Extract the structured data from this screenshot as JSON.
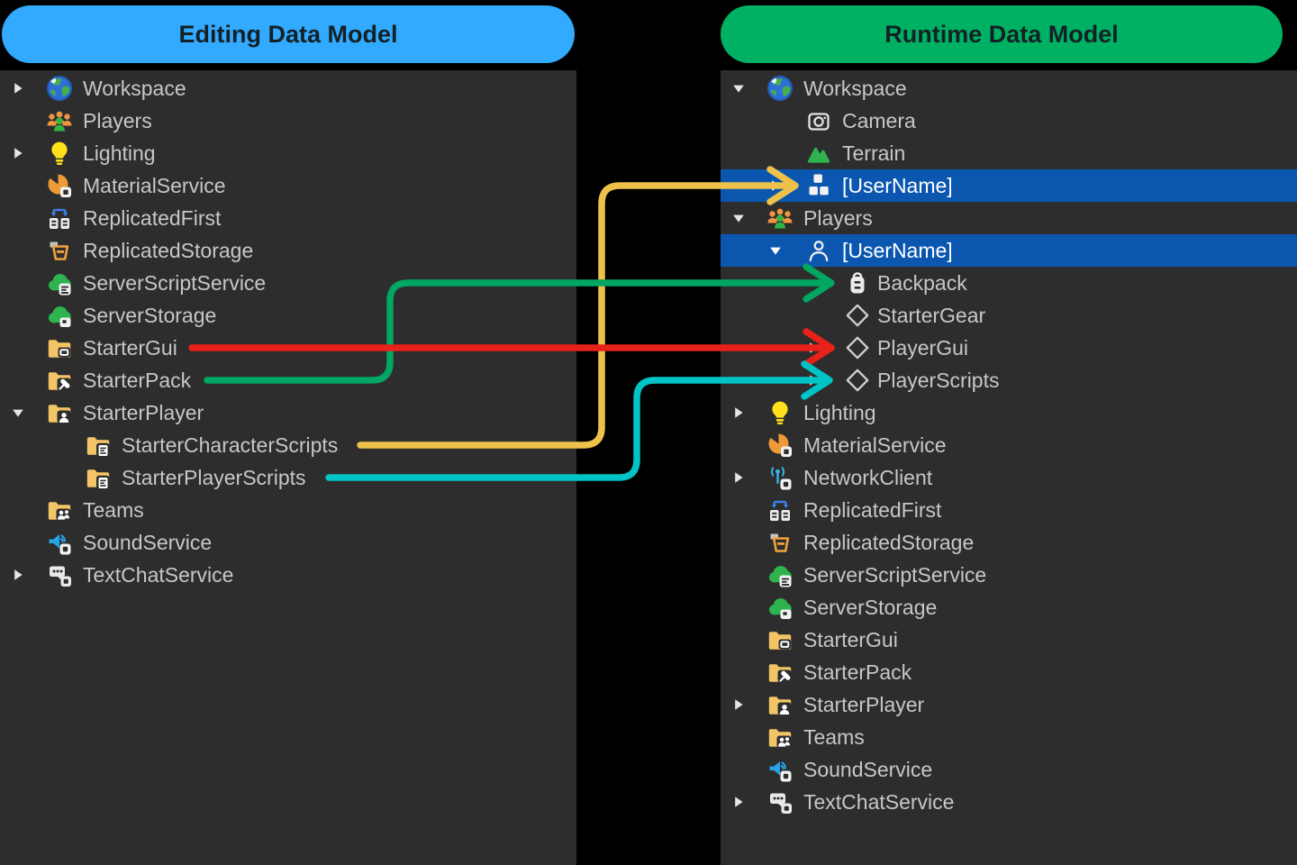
{
  "colors": {
    "background": "#000000",
    "panel_background": "#2d2d2d",
    "selection_blue": "#0b57b0",
    "label_gray": "#c7c7c7",
    "selected_label": "#ffffff",
    "editing_accent_blue": "#31aaff",
    "runtime_accent_green": "#00b163",
    "header_text": "#132126",
    "folder_yellow": "#f3c566"
  },
  "panels": {
    "left": {
      "title": "Editing Data Model",
      "rows": [
        {
          "label": "Workspace",
          "icon": "globe-icon",
          "level": 0,
          "expand": "collapsed",
          "selected": false
        },
        {
          "label": "Players",
          "icon": "players-icon",
          "level": 0,
          "expand": null,
          "selected": false
        },
        {
          "label": "Lighting",
          "icon": "lightbulb-icon",
          "level": 0,
          "expand": "collapsed",
          "selected": false
        },
        {
          "label": "MaterialService",
          "icon": "material-icon",
          "level": 0,
          "expand": null,
          "selected": false
        },
        {
          "label": "ReplicatedFirst",
          "icon": "replicated-first-icon",
          "level": 0,
          "expand": null,
          "selected": false
        },
        {
          "label": "ReplicatedStorage",
          "icon": "replicated-storage-icon",
          "level": 0,
          "expand": null,
          "selected": false
        },
        {
          "label": "ServerScriptService",
          "icon": "server-script-icon",
          "level": 0,
          "expand": null,
          "selected": false
        },
        {
          "label": "ServerStorage",
          "icon": "server-storage-icon",
          "level": 0,
          "expand": null,
          "selected": false
        },
        {
          "label": "StarterGui",
          "icon": "folder-gui-icon",
          "level": 0,
          "expand": null,
          "selected": false
        },
        {
          "label": "StarterPack",
          "icon": "folder-pack-icon",
          "level": 0,
          "expand": null,
          "selected": false
        },
        {
          "label": "StarterPlayer",
          "icon": "folder-player-icon",
          "level": 0,
          "expand": "expanded",
          "selected": false
        },
        {
          "label": "StarterCharacterScripts",
          "icon": "folder-script-icon",
          "level": 1,
          "expand": null,
          "selected": false
        },
        {
          "label": "StarterPlayerScripts",
          "icon": "folder-script-icon",
          "level": 1,
          "expand": null,
          "selected": false
        },
        {
          "label": "Teams",
          "icon": "folder-teams-icon",
          "level": 0,
          "expand": null,
          "selected": false
        },
        {
          "label": "SoundService",
          "icon": "sound-icon",
          "level": 0,
          "expand": null,
          "selected": false
        },
        {
          "label": "TextChatService",
          "icon": "chat-icon",
          "level": 0,
          "expand": "collapsed",
          "selected": false
        }
      ]
    },
    "right": {
      "title": "Runtime Data Model",
      "rows": [
        {
          "label": "Workspace",
          "icon": "globe-icon",
          "level": 0,
          "expand": "expanded",
          "selected": false
        },
        {
          "label": "Camera",
          "icon": "camera-icon",
          "level": 1,
          "expand": null,
          "selected": false
        },
        {
          "label": "Terrain",
          "icon": "terrain-icon",
          "level": 1,
          "expand": null,
          "selected": false
        },
        {
          "label": "[UserName]",
          "icon": "model-icon",
          "level": 1,
          "expand": "collapsed",
          "selected": true
        },
        {
          "label": "Players",
          "icon": "players-icon",
          "level": 0,
          "expand": "expanded",
          "selected": false
        },
        {
          "label": "[UserName]",
          "icon": "person-icon",
          "level": 1,
          "expand": "expanded",
          "selected": true
        },
        {
          "label": "Backpack",
          "icon": "backpack-icon",
          "level": 2,
          "expand": null,
          "selected": false
        },
        {
          "label": "StarterGear",
          "icon": "diamond-icon",
          "level": 2,
          "expand": null,
          "selected": false
        },
        {
          "label": "PlayerGui",
          "icon": "diamond-icon",
          "level": 2,
          "expand": "collapsed",
          "selected": false
        },
        {
          "label": "PlayerScripts",
          "icon": "diamond-icon",
          "level": 2,
          "expand": "collapsed",
          "selected": false
        },
        {
          "label": "Lighting",
          "icon": "lightbulb-icon",
          "level": 0,
          "expand": "collapsed",
          "selected": false
        },
        {
          "label": "MaterialService",
          "icon": "material-icon",
          "level": 0,
          "expand": null,
          "selected": false
        },
        {
          "label": "NetworkClient",
          "icon": "network-icon",
          "level": 0,
          "expand": "collapsed",
          "selected": false
        },
        {
          "label": "ReplicatedFirst",
          "icon": "replicated-first-icon",
          "level": 0,
          "expand": null,
          "selected": false
        },
        {
          "label": "ReplicatedStorage",
          "icon": "replicated-storage-icon",
          "level": 0,
          "expand": null,
          "selected": false
        },
        {
          "label": "ServerScriptService",
          "icon": "server-script-icon",
          "level": 0,
          "expand": null,
          "selected": false
        },
        {
          "label": "ServerStorage",
          "icon": "server-storage-icon",
          "level": 0,
          "expand": null,
          "selected": false
        },
        {
          "label": "StarterGui",
          "icon": "folder-gui-icon",
          "level": 0,
          "expand": null,
          "selected": false
        },
        {
          "label": "StarterPack",
          "icon": "folder-pack-icon",
          "level": 0,
          "expand": null,
          "selected": false
        },
        {
          "label": "StarterPlayer",
          "icon": "folder-player-icon",
          "level": 0,
          "expand": "collapsed",
          "selected": false
        },
        {
          "label": "Teams",
          "icon": "folder-teams-icon",
          "level": 0,
          "expand": null,
          "selected": false
        },
        {
          "label": "SoundService",
          "icon": "sound-icon",
          "level": 0,
          "expand": null,
          "selected": false
        },
        {
          "label": "TextChatService",
          "icon": "chat-icon",
          "level": 0,
          "expand": "collapsed",
          "selected": false
        }
      ]
    }
  },
  "connections": [
    {
      "id": "startercharacterscripts-to-username",
      "from": "StarterCharacterScripts",
      "to": "[UserName]",
      "color": "#eec24a"
    },
    {
      "id": "starterpack-to-backpack",
      "from": "StarterPack",
      "to": "Backpack",
      "color": "#00a661"
    },
    {
      "id": "startergui-to-playergui",
      "from": "StarterGui",
      "to": "PlayerGui",
      "color": "#e8211a"
    },
    {
      "id": "starterplayerscripts-to-playerscripts",
      "from": "StarterPlayerScripts",
      "to": "PlayerScripts",
      "color": "#00c3c6"
    }
  ]
}
